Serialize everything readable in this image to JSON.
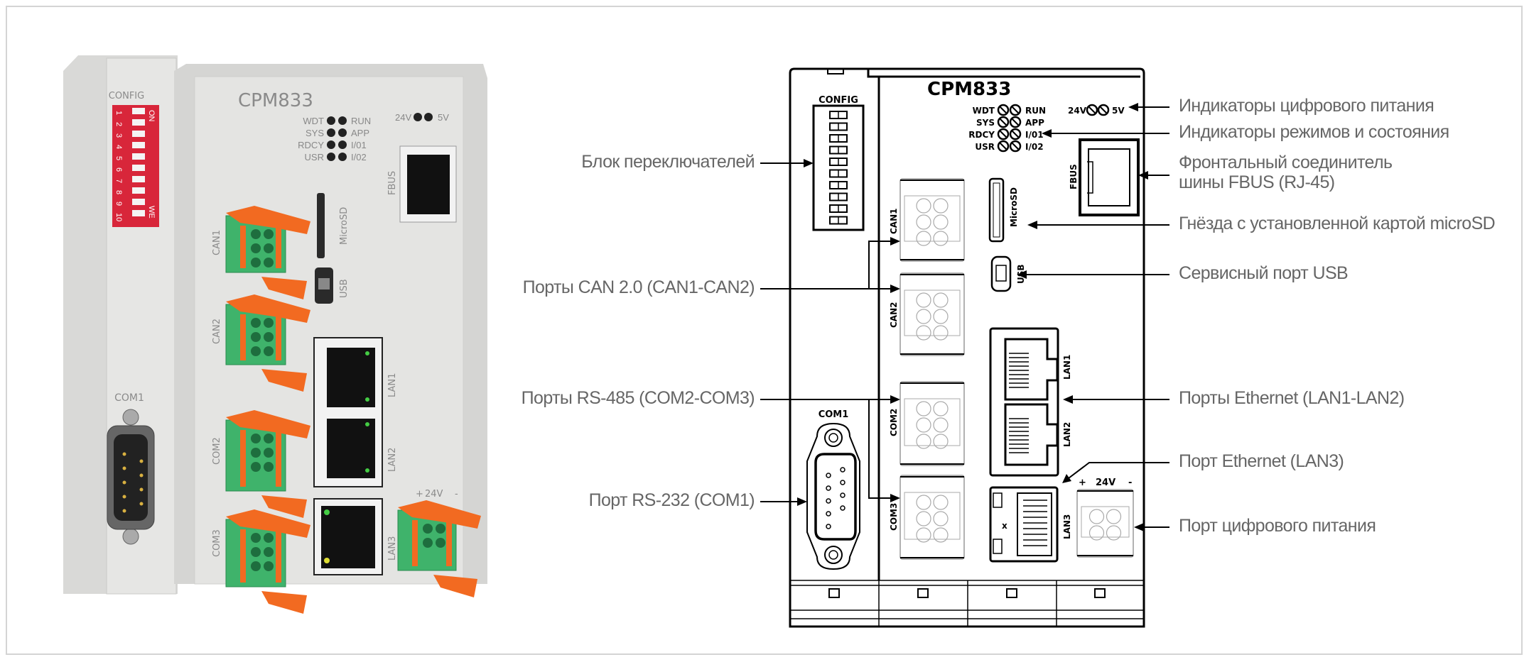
{
  "labels_left": [
    "Блок переключателей",
    "Порты CAN 2.0 (CAN1-CAN2)",
    "Порты RS-485 (COM2-COM3)",
    "Порт RS-232 (COM1)"
  ],
  "labels_right": {
    "power_leds": "Индикаторы цифрового питания",
    "mode_leds": "Индикаторы режимов и состояния",
    "fbus_line1": "Фронтальный соединитель",
    "fbus_line2": "шины FBUS (RJ-45)",
    "microsd": "Гнёзда с установленной картой microSD",
    "usb": "Сервисный порт USB",
    "lan12": "Порты Ethernet (LAN1-LAN2)",
    "lan3": "Порт Ethernet (LAN3)",
    "power_port": "Порт цифрового питания"
  },
  "device": {
    "model": "CPM833",
    "config": "CONFIG",
    "leds_left": [
      "WDT",
      "SYS",
      "RDCY",
      "USR"
    ],
    "leds_right": [
      "RUN",
      "APP",
      "I/01",
      "I/02"
    ],
    "power_leds": [
      "24V",
      "5V"
    ],
    "fbus": "FBUS",
    "microsd": "MicroSD",
    "usb": "USB",
    "can1": "CAN1",
    "can2": "CAN2",
    "com1": "COM1",
    "com2": "COM2",
    "com3": "COM3",
    "lan1": "LAN1",
    "lan2": "LAN2",
    "lan3": "LAN3",
    "power": "24V",
    "plus": "+",
    "minus": "-",
    "dip_numbers": [
      "1",
      "2",
      "3",
      "4",
      "5",
      "6",
      "7",
      "8",
      "9",
      "10"
    ],
    "dip_on": "ON",
    "dip_we": "WE"
  },
  "colors": {
    "label_text": "#666666",
    "housing": "#e2e2e0",
    "dip_red": "#d8263a",
    "terminal_green": "#3fb36b",
    "lever_orange": "#f26a21"
  }
}
